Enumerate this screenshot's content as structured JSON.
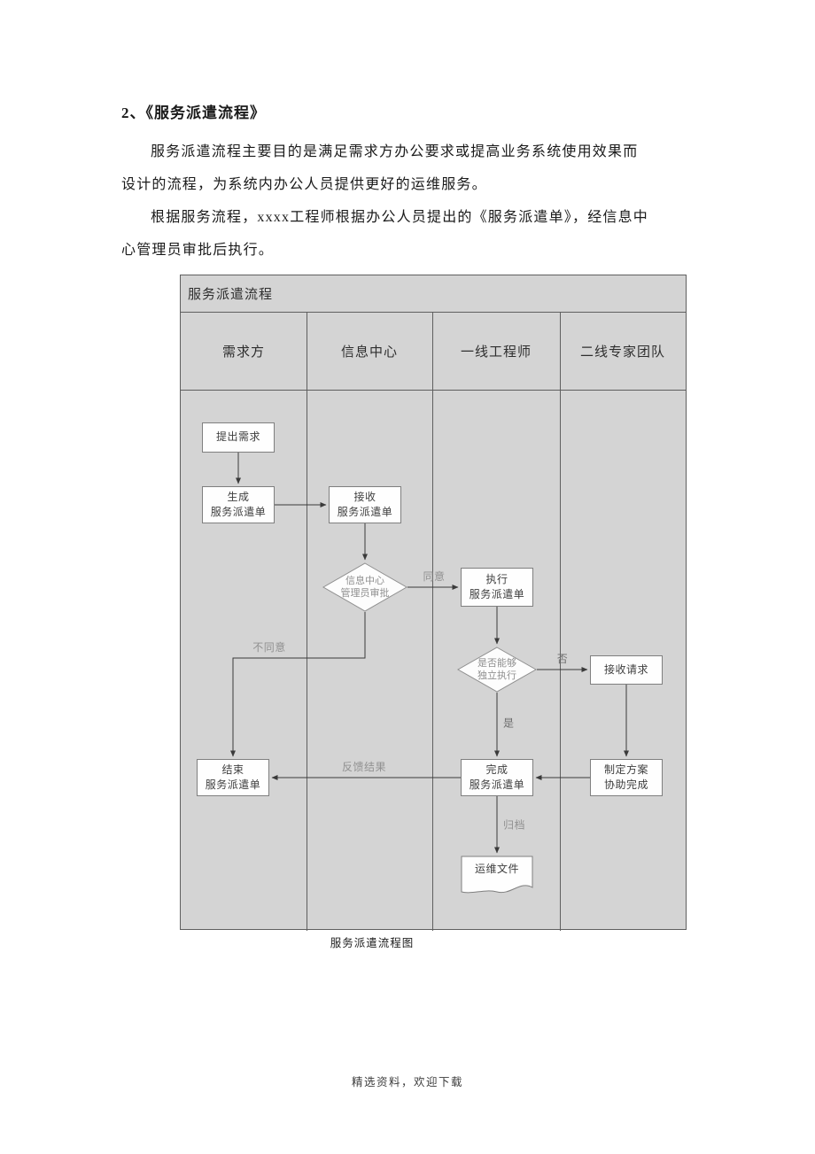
{
  "page": {
    "heading": "2、《服务派遣流程》",
    "para1_line1": "服务派遣流程主要目的是满足需求方办公要求或提高业务系统使用效果而",
    "para1_line2": "设计的流程，为系统内办公人员提供更好的运维服务。",
    "para2_line1": "根据服务流程，xxxx工程师根据办公人员提出的《服务派遣单》，经信息中",
    "para2_line2": "心管理员审批后执行。",
    "caption": "服务派遣流程图",
    "footer": "精选资料，欢迎下载"
  },
  "flowchart": {
    "title": "服务派遣流程",
    "lanes": [
      {
        "label": "需求方"
      },
      {
        "label": "信息中心"
      },
      {
        "label": "一线工程师"
      },
      {
        "label": "二线专家团队"
      }
    ],
    "nodes": {
      "raise_demand": "提出需求",
      "generate_order": "生成\n服务派遣单",
      "receive_order": "接收\n服务派遣单",
      "approval": "信息中心\n管理员审批",
      "execute_order": "执行\n服务派遣单",
      "independent": "是否能够\n独立执行",
      "receive_request": "接收请求",
      "end_order": "结束\n服务派遣单",
      "complete_order": "完成\n服务派遣单",
      "make_plan": "制定方案\n协助完成",
      "ops_file": "运维文件"
    },
    "edge_labels": {
      "agree": "同意",
      "disagree": "不同意",
      "yes": "是",
      "no": "否",
      "feedback": "反馈结果",
      "archive": "归档"
    },
    "colors": {
      "chart_background": "#d4d4d4",
      "chart_border": "#5f5f5f",
      "node_fill": "#fefefe",
      "node_border": "#7f7f7f",
      "arrow": "#3a3a3a"
    }
  }
}
